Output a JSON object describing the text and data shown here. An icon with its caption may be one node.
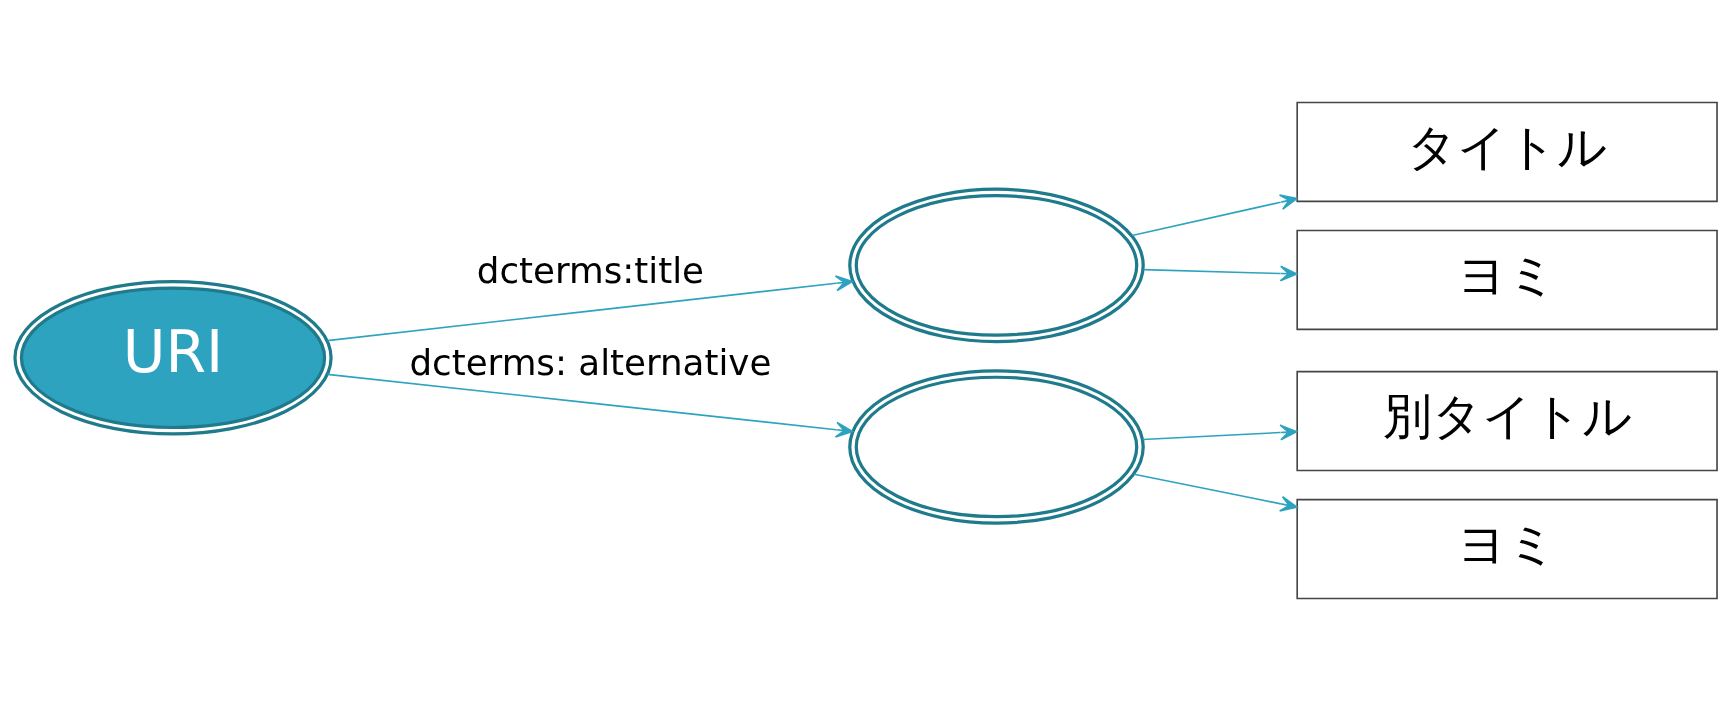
{
  "diagram": {
    "nodes": [
      {
        "text": [
          "URI"
        ]
      },
      {
        "text": [],
        "shape": "ellipse"
      },
      {
        "text": [
          "タイトル"
        ]
      },
      {
        "text": [
          "ヨミ"
        ]
      },
      {
        "text": [],
        "shape": "ellipse"
      },
      {
        "text": [
          "別タイトル"
        ]
      },
      {
        "text": [
          "ヨミ"
        ]
      }
    ],
    "edges": [
      {
        "from": 0,
        "to": 1,
        "arrow": "to",
        "label": "dcterms:title"
      },
      {
        "from": 0,
        "to": 4,
        "arrow": "to",
        "label": "dcterms: alternative"
      },
      {
        "from": 1,
        "to": 2,
        "arrow": "to"
      },
      {
        "from": 1,
        "to": 3,
        "arrow": "to"
      },
      {
        "from": 4,
        "to": 5,
        "arrow": "to"
      },
      {
        "from": 4,
        "to": 6,
        "arrow": "to"
      }
    ]
  }
}
